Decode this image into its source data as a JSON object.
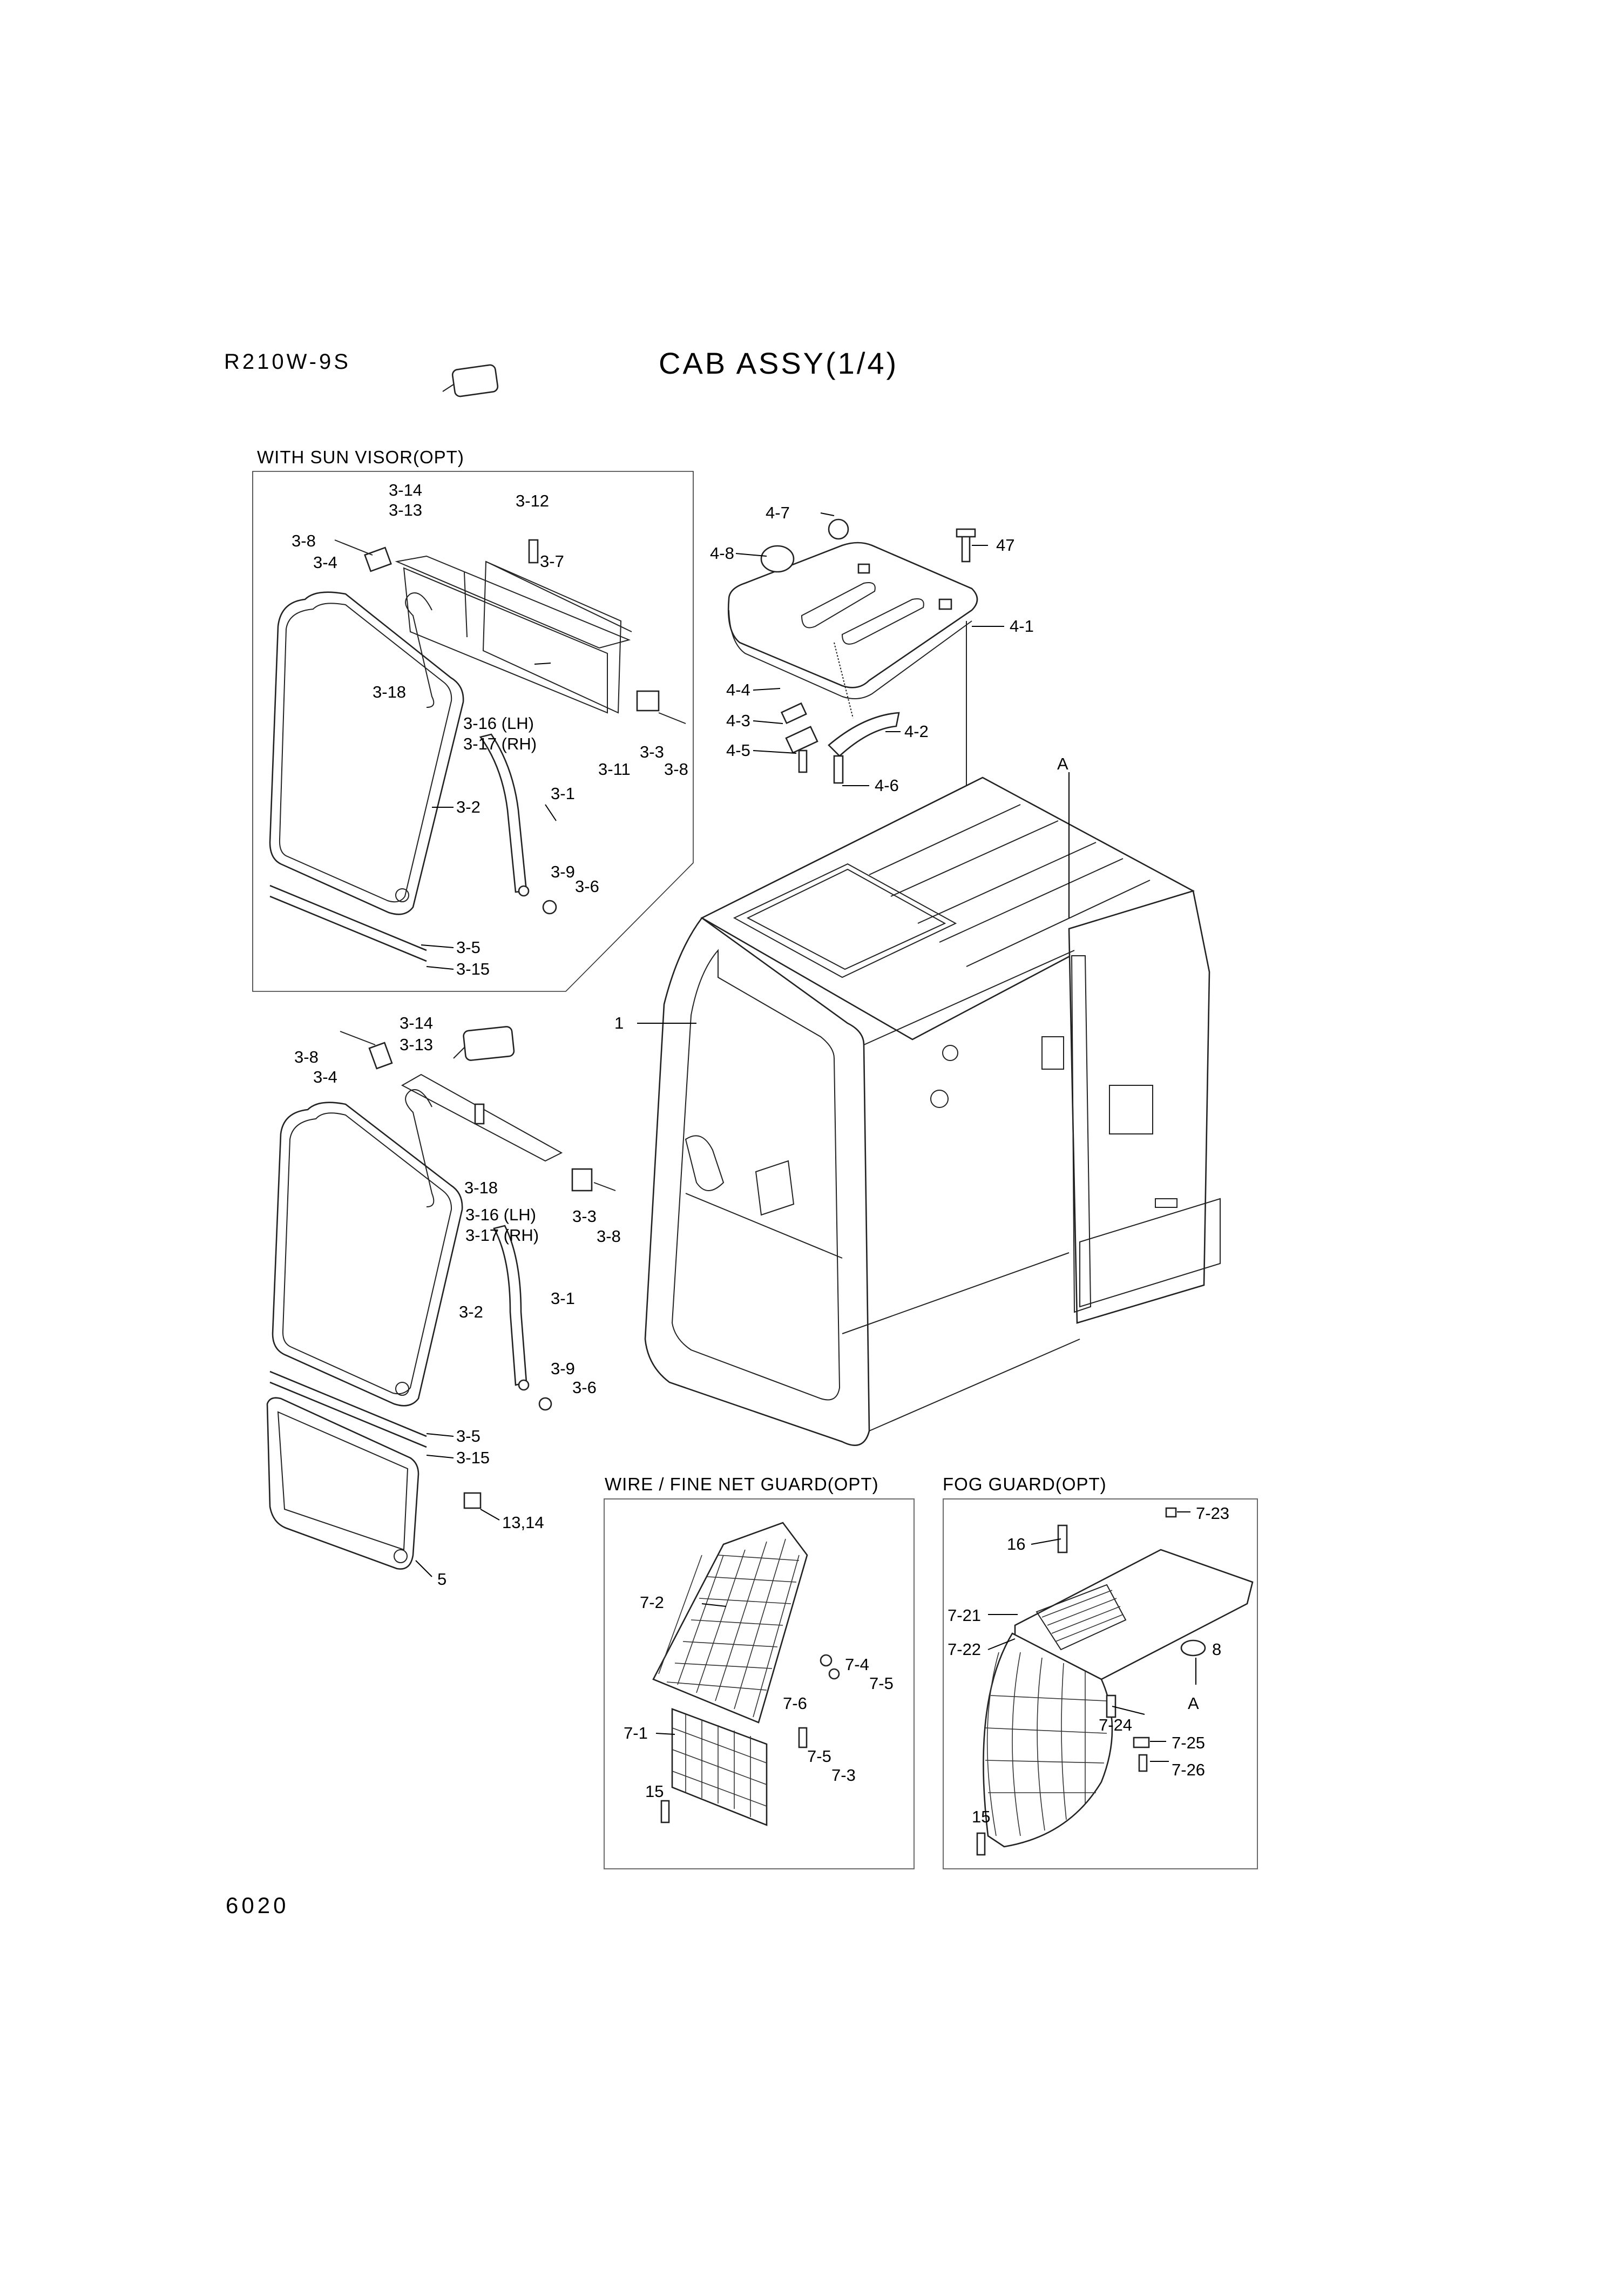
{
  "header": {
    "model": "R210W-9S",
    "title": "CAB ASSY(1/4)"
  },
  "footer": {
    "page_number": "6020"
  },
  "sections": {
    "sun_visor": "WITH SUN VISOR(OPT)",
    "wire_guard": "WIRE / FINE NET GUARD(OPT)",
    "fog_guard": "FOG GUARD(OPT)"
  },
  "callouts": {
    "sv_3_14": "3-14",
    "sv_3_13": "3-13",
    "sv_3_12": "3-12",
    "sv_3_8a": "3-8",
    "sv_3_4": "3-4",
    "sv_3_7": "3-7",
    "sv_3_18": "3-18",
    "sv_3_16": "3-16 (LH)",
    "sv_3_17": "3-17 (RH)",
    "sv_3_3": "3-3",
    "sv_3_11": "3-11",
    "sv_3_8b": "3-8",
    "sv_3_2": "3-2",
    "sv_3_1": "3-1",
    "sv_3_9": "3-9",
    "sv_3_6": "3-6",
    "sv_3_5": "3-5",
    "sv_3_15": "3-15",
    "rf_4_7": "4-7",
    "rf_4_8": "4-8",
    "rf_47": "47",
    "rf_4_1": "4-1",
    "rf_4_4": "4-4",
    "rf_4_3": "4-3",
    "rf_4_2": "4-2",
    "rf_4_5": "4-5",
    "rf_4_6": "4-6",
    "rf_A": "A",
    "cab_1": "1",
    "dr_3_14": "3-14",
    "dr_3_13": "3-13",
    "dr_3_8a": "3-8",
    "dr_3_4": "3-4",
    "dr_3_18": "3-18",
    "dr_3_16": "3-16 (LH)",
    "dr_3_17": "3-17 (RH)",
    "dr_3_3": "3-3",
    "dr_3_8b": "3-8",
    "dr_3_2": "3-2",
    "dr_3_1": "3-1",
    "dr_3_9": "3-9",
    "dr_3_6": "3-6",
    "dr_3_5": "3-5",
    "dr_3_15": "3-15",
    "dr_13_14": "13,14",
    "dr_5": "5",
    "wg_7_2": "7-2",
    "wg_7_4": "7-4",
    "wg_7_5a": "7-5",
    "wg_7_6": "7-6",
    "wg_7_1": "7-1",
    "wg_7_5b": "7-5",
    "wg_7_3": "7-3",
    "wg_15": "15",
    "fg_7_23": "7-23",
    "fg_16": "16",
    "fg_7_21": "7-21",
    "fg_7_22": "7-22",
    "fg_8": "8",
    "fg_A": "A",
    "fg_7_24": "7-24",
    "fg_7_25": "7-25",
    "fg_7_26": "7-26",
    "fg_15": "15"
  }
}
